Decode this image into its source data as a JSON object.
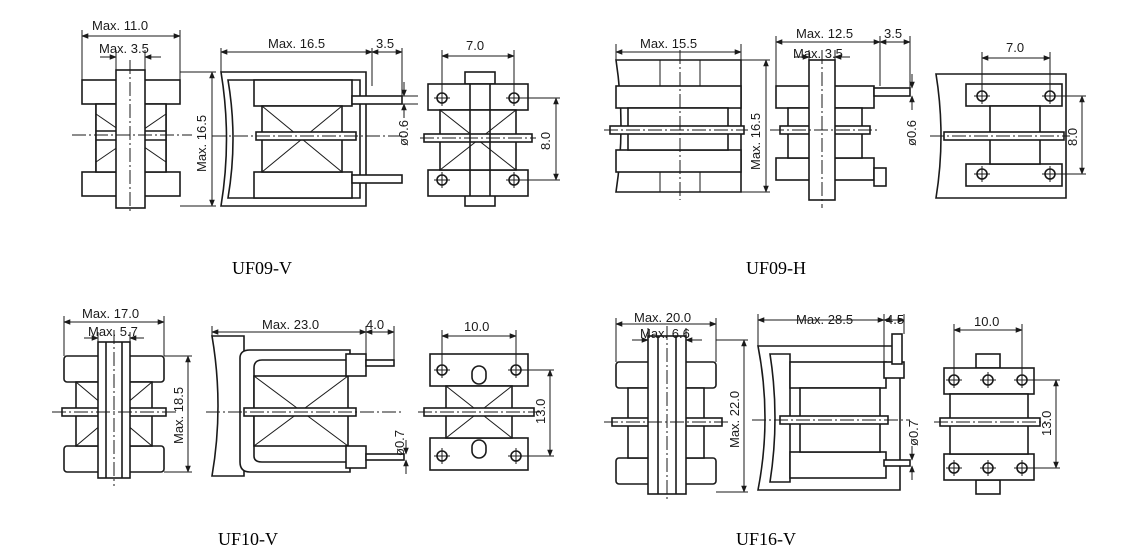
{
  "labels": {
    "uf09v": "UF09-V",
    "uf09h": "UF09-H",
    "uf10v": "UF10-V",
    "uf16v": "UF16-V"
  },
  "dims": {
    "uf09v": {
      "top_width": "Max. 11.0",
      "core_width": "Max. 3.5",
      "height": "Max. 16.5",
      "side_len": "Max. 16.5",
      "pin_len": "3.5",
      "pin_dia": "ø0.6",
      "pitch_x": "7.0",
      "pitch_y": "8.0"
    },
    "uf09h": {
      "top_width": "Max. 15.5",
      "height": "Max. 16.5",
      "side_len": "Max. 12.5",
      "core_width": "Max. 3.5",
      "pin_len": "3.5",
      "pin_dia": "ø0.6",
      "pitch_x": "7.0",
      "pitch_y": "8.0"
    },
    "uf10v": {
      "top_width": "Max. 17.0",
      "core_width": "Max. 5.7",
      "height": "Max. 18.5",
      "side_len": "Max. 23.0",
      "pin_len": "4.0",
      "pin_dia": "ø0.7",
      "pitch_x": "10.0",
      "pitch_y": "13.0"
    },
    "uf16v": {
      "top_width": "Max. 20.0",
      "core_width": "Max. 6.6",
      "height": "Max. 22.0",
      "side_len": "Max. 28.5",
      "pin_len": "4.5",
      "pin_dia": "ø0.7",
      "pitch_x": "10.0",
      "pitch_y": "13.0"
    }
  }
}
